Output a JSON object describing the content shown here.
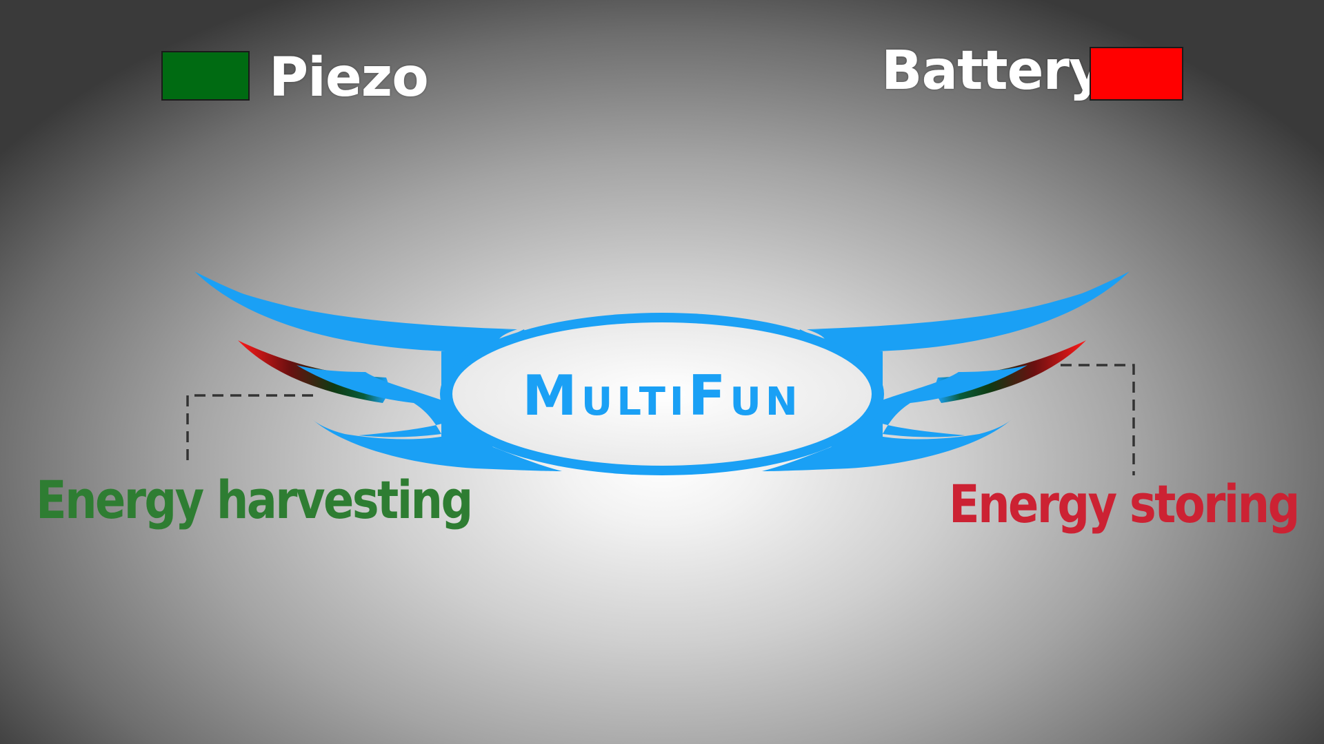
{
  "legend": {
    "piezo": {
      "label": "Piezo",
      "color": "#006b12"
    },
    "battery": {
      "label": "Battery",
      "color": "#ff0000"
    }
  },
  "logo": {
    "text": "MultiFun",
    "wing_color": "#1aa0f5"
  },
  "captions": {
    "left": {
      "text": "Energy harvesting",
      "color": "#2e7d32"
    },
    "right": {
      "text": "Energy storing",
      "color": "#cc2233"
    }
  }
}
